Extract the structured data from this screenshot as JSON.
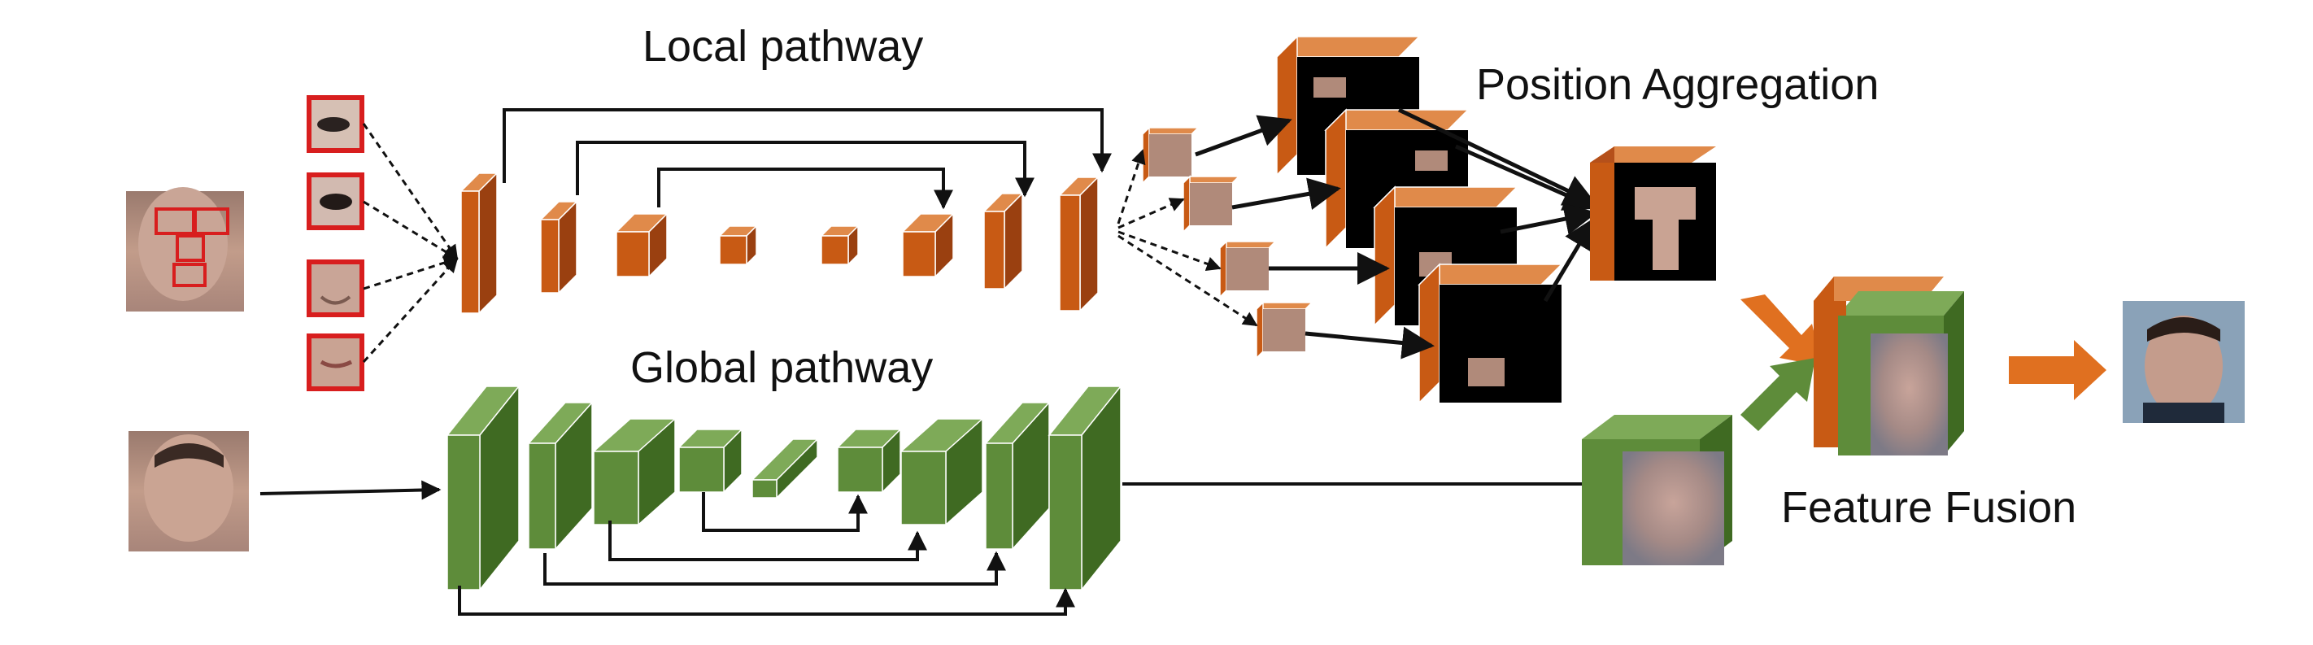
{
  "labels": {
    "local_pathway": "Local pathway",
    "global_pathway": "Global pathway",
    "position_aggregation": "Position Aggregation",
    "feature_fusion": "Feature Fusion"
  },
  "colors": {
    "local_front": "#c85a14",
    "local_top": "#e08a4a",
    "local_side": "#9a4010",
    "global_front": "#5e8c3a",
    "global_top": "#7eaa58",
    "global_side": "#3f6a22",
    "patch_border": "#d81e1e",
    "skin": "#b08a7a",
    "arrow": "#111111",
    "fusion_arrow": "#e07020"
  },
  "icons": {
    "input_face": "face-photo-icon",
    "output_face": "face-photo-icon",
    "patches": [
      "left-eye-patch-icon",
      "right-eye-patch-icon",
      "nose-patch-icon",
      "mouth-patch-icon"
    ]
  }
}
